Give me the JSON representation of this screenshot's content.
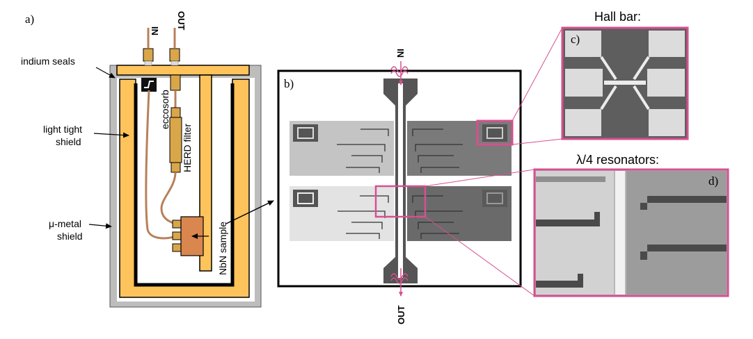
{
  "panels": {
    "a": "a)",
    "b": "b)",
    "c": "c)",
    "d": "d)"
  },
  "setup": {
    "in_label": "IN",
    "out_label": "OUT",
    "indium_seals": "indium seals",
    "light_tight_line1": "light tight",
    "light_tight_line2": "shield",
    "mu_metal_line1": "μ-metal",
    "mu_metal_line2": "shield",
    "eccosorb": "eccosorb",
    "herd_filter": "HERD filter",
    "sample": "NbN sample"
  },
  "chip": {
    "in_label": "IN",
    "out_label": "OUT"
  },
  "hall_bar": {
    "title": "Hall bar:"
  },
  "resonators": {
    "title": "λ/4 resonators:"
  },
  "colors": {
    "shield_orange": "#FFC35C",
    "mu_metal_gray": "#BDBDBD",
    "cable": "#B8805A",
    "sample": "#D9874F",
    "highlight": "#D6508F"
  }
}
